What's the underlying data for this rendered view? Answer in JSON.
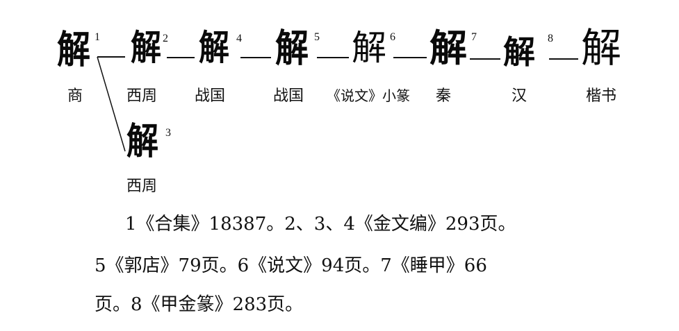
{
  "diagram": {
    "title_character": "解",
    "nodes": [
      {
        "id": 1,
        "glyph": "解",
        "superscript": "1",
        "period": "商"
      },
      {
        "id": 2,
        "glyph": "解",
        "superscript": "2",
        "period": "西周"
      },
      {
        "id": 3,
        "glyph": "解",
        "superscript": "3",
        "period": "西周"
      },
      {
        "id": 4,
        "glyph": "解",
        "superscript": "4",
        "period": "战国"
      },
      {
        "id": 5,
        "glyph": "解",
        "superscript": "5",
        "period": "战国"
      },
      {
        "id": 6,
        "glyph": "解",
        "superscript": "6",
        "period": "《说文》小篆"
      },
      {
        "id": 7,
        "glyph": "解",
        "superscript": "7",
        "period": "秦"
      },
      {
        "id": 8,
        "glyph": "解",
        "superscript": "8",
        "period": "汉"
      },
      {
        "id": 9,
        "glyph": "解",
        "superscript": "",
        "period": "楷书"
      }
    ],
    "edges": [
      {
        "from": 1,
        "to": 2
      },
      {
        "from": 1,
        "to": 3
      },
      {
        "from": 2,
        "to": 4
      },
      {
        "from": 4,
        "to": 5
      },
      {
        "from": 5,
        "to": 6
      },
      {
        "from": 6,
        "to": 7
      },
      {
        "from": 7,
        "to": 8
      },
      {
        "from": 8,
        "to": 9
      }
    ]
  },
  "caption": {
    "line1": "1《合集》18387。2、3、4《金文编》293页。",
    "line2": "5《郭店》79页。6《说文》94页。7《睡甲》66",
    "line3": "页。8《甲金篆》283页。"
  }
}
